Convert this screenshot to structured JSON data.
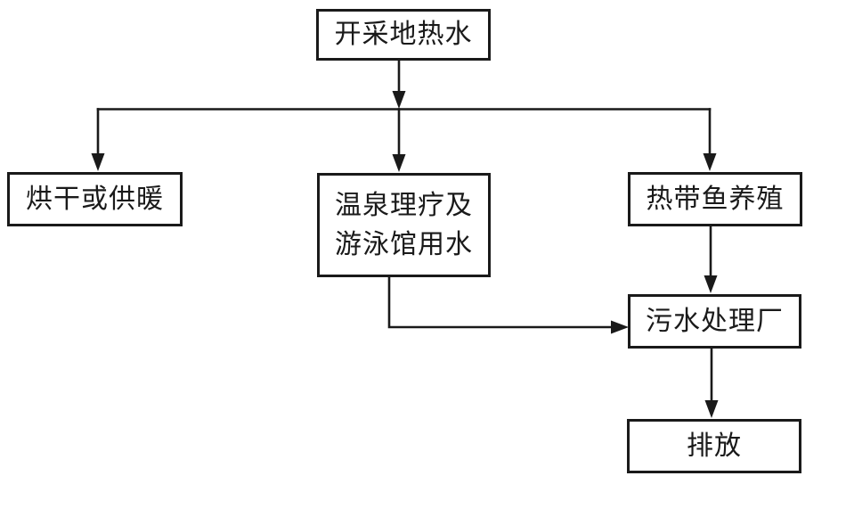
{
  "diagram": {
    "type": "flowchart",
    "background_color": "#ffffff",
    "line_color": "#1a1a1a",
    "nodes": {
      "source": {
        "label": "开采地热水"
      },
      "drying": {
        "label": "烘干或供暖"
      },
      "spa": {
        "lines": [
          "温泉理疗及",
          "游泳馆用水"
        ]
      },
      "fish": {
        "label": "热带鱼养殖"
      },
      "sewage": {
        "label": "污水处理厂"
      },
      "discharge": {
        "label": "排放"
      }
    },
    "edges": [
      {
        "from": "source",
        "to": "drying"
      },
      {
        "from": "source",
        "to": "spa"
      },
      {
        "from": "source",
        "to": "fish"
      },
      {
        "from": "spa",
        "to": "sewage"
      },
      {
        "from": "fish",
        "to": "sewage"
      },
      {
        "from": "sewage",
        "to": "discharge"
      }
    ]
  }
}
